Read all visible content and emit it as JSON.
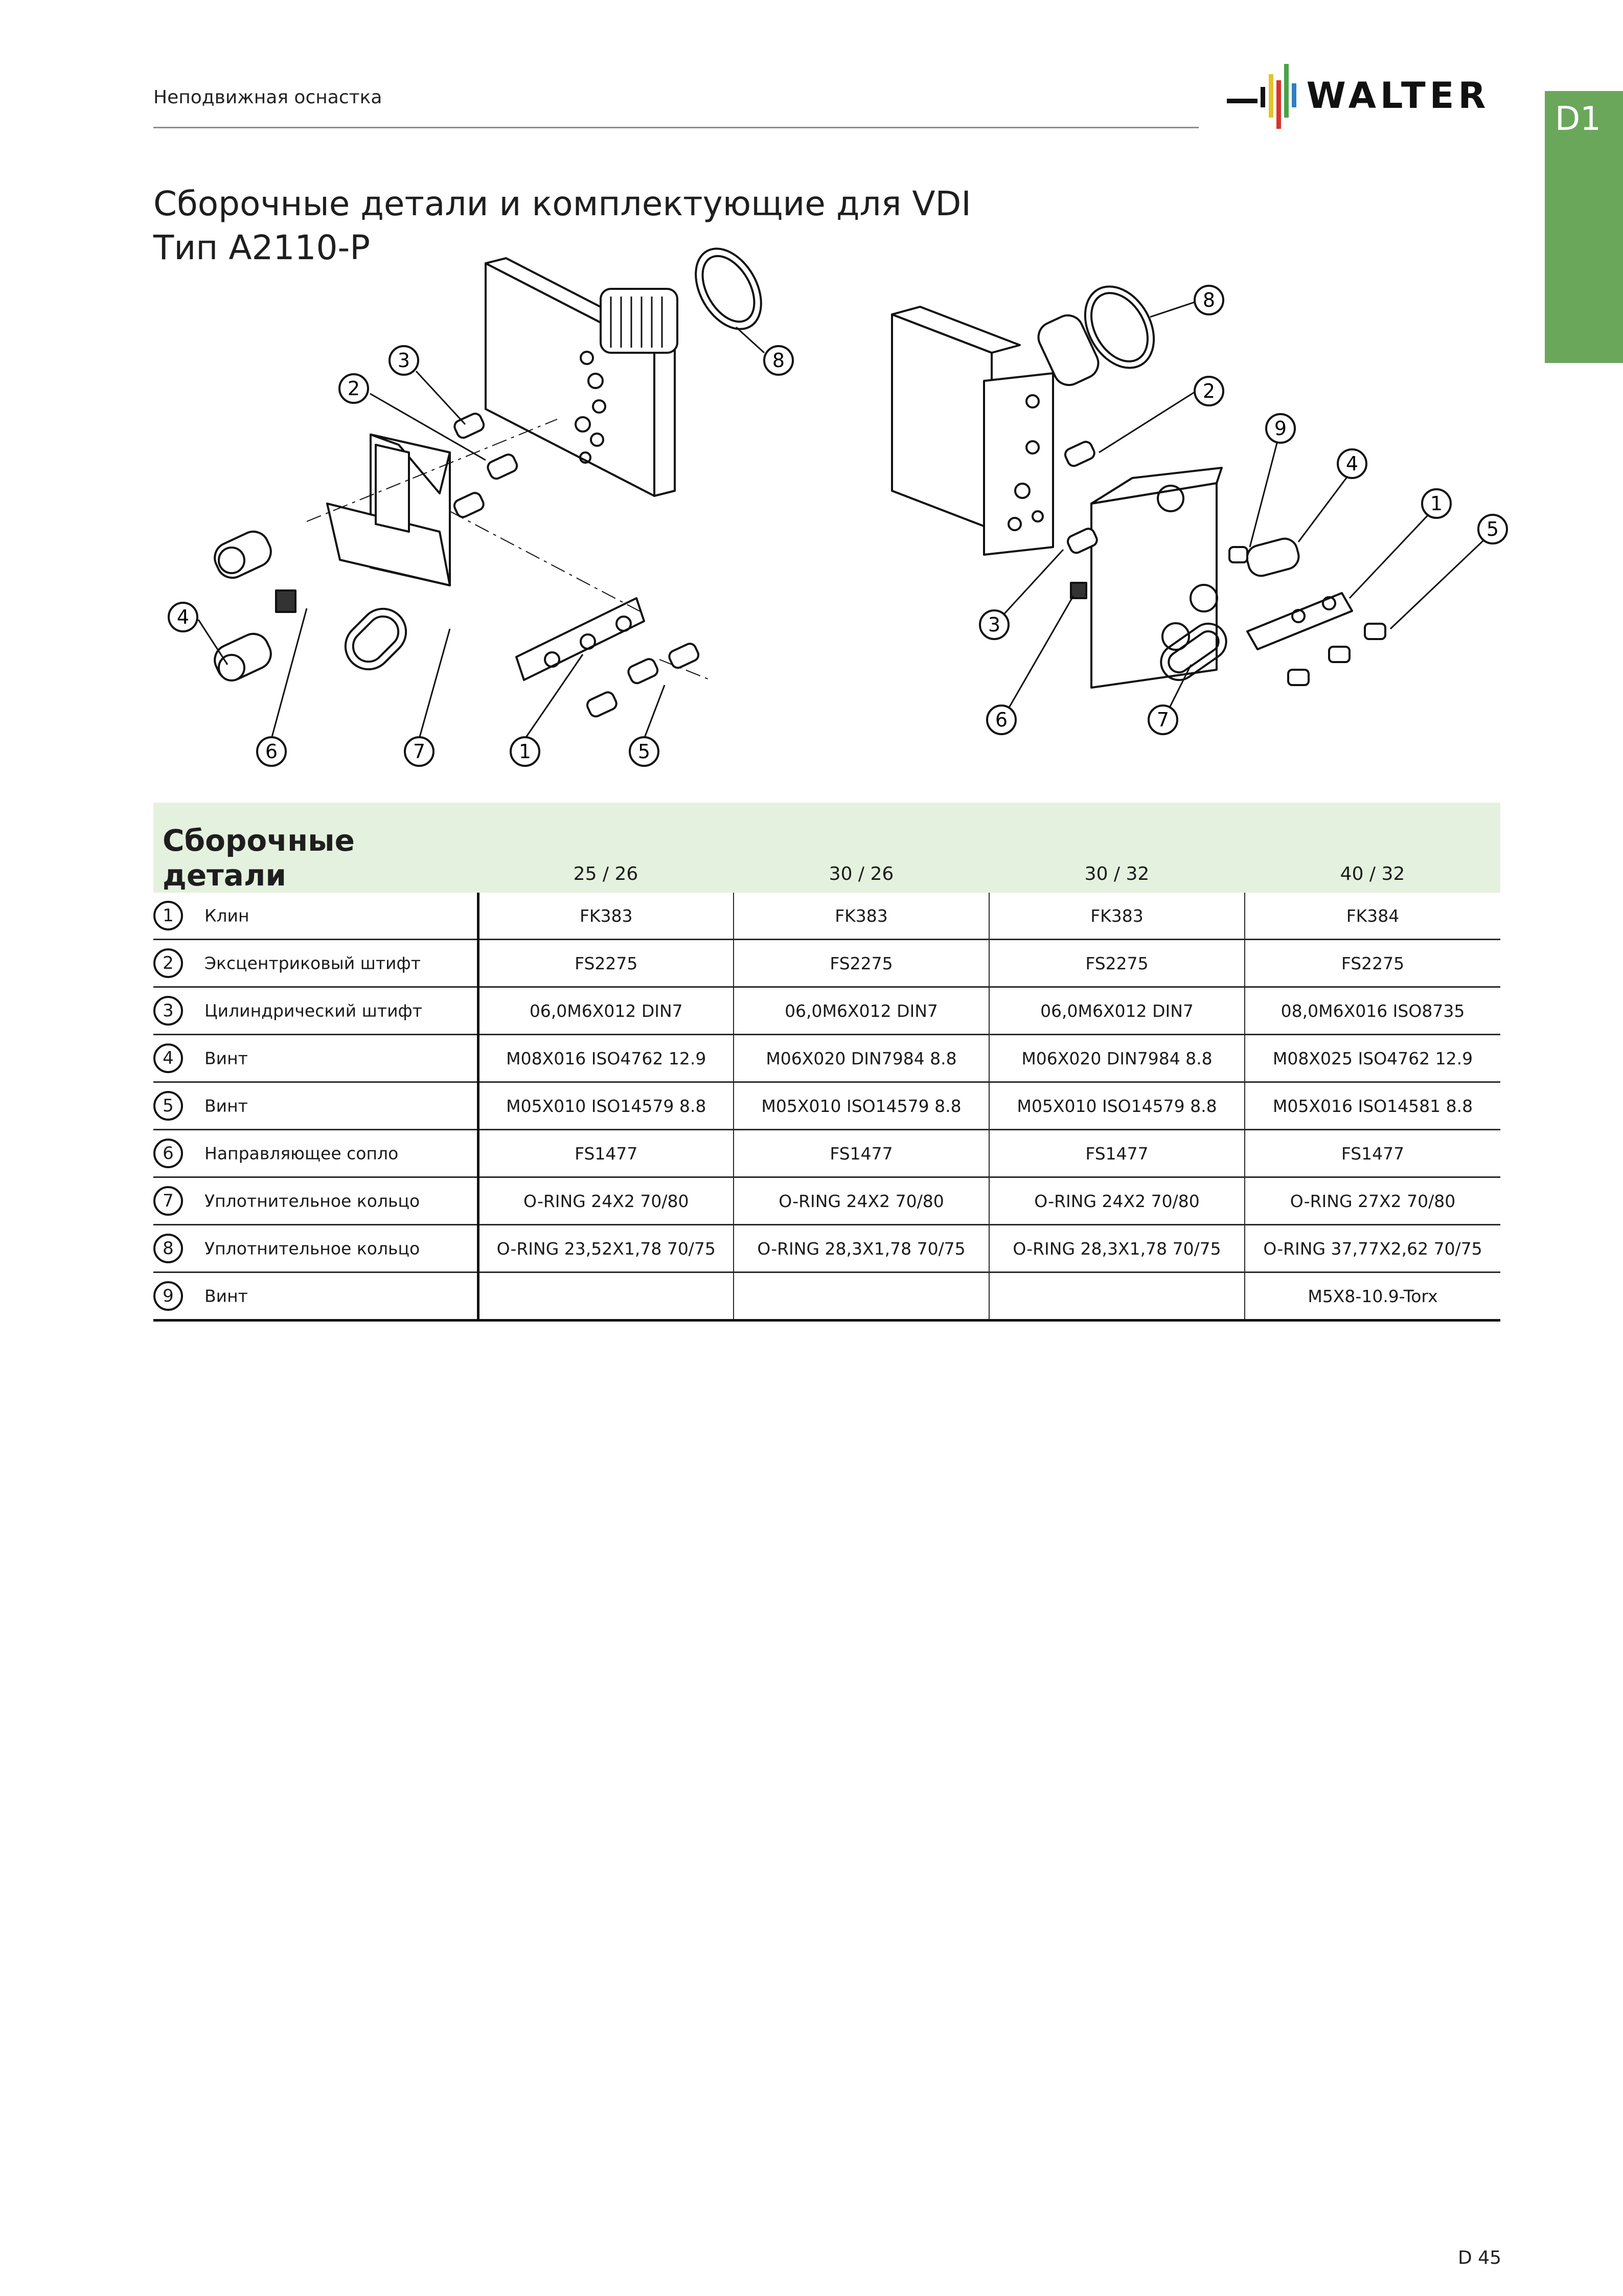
{
  "header": {
    "section": "Неподвижная оснастка",
    "logo_text": "WALTER",
    "chapter": "D1"
  },
  "title": {
    "line1": "Сборочные детали и комплектующие для VDI",
    "line2": "Тип A2110-P"
  },
  "drawing": {
    "left_callouts": [
      "3",
      "2",
      "8",
      "4",
      "6",
      "7",
      "1",
      "5"
    ],
    "right_callouts": [
      "8",
      "2",
      "9",
      "4",
      "1",
      "5",
      "3",
      "6",
      "7"
    ]
  },
  "table": {
    "heading": "Сборочные детали",
    "sizes": [
      "25 / 26",
      "30 / 26",
      "30 / 32",
      "40 / 32"
    ],
    "rows": [
      {
        "num": "1",
        "name": "Клин",
        "values": [
          "FK383",
          "FK383",
          "FK383",
          "FK384"
        ]
      },
      {
        "num": "2",
        "name": "Эксцентриковый штифт",
        "values": [
          "FS2275",
          "FS2275",
          "FS2275",
          "FS2275"
        ]
      },
      {
        "num": "3",
        "name": "Цилиндрический штифт",
        "values": [
          "06,0M6X012 DIN7",
          "06,0M6X012 DIN7",
          "06,0M6X012 DIN7",
          "08,0M6X016 ISO8735"
        ]
      },
      {
        "num": "4",
        "name": "Винт",
        "values": [
          "M08X016 ISO4762 12.9",
          "M06X020 DIN7984 8.8",
          "M06X020 DIN7984 8.8",
          "M08X025 ISO4762 12.9"
        ]
      },
      {
        "num": "5",
        "name": "Винт",
        "values": [
          "M05X010 ISO14579 8.8",
          "M05X010 ISO14579 8.8",
          "M05X010 ISO14579 8.8",
          "M05X016 ISO14581 8.8"
        ]
      },
      {
        "num": "6",
        "name": "Направляющее сопло",
        "values": [
          "FS1477",
          "FS1477",
          "FS1477",
          "FS1477"
        ]
      },
      {
        "num": "7",
        "name": "Уплотнительное кольцо",
        "values": [
          "O-RING 24X2 70/80",
          "O-RING 24X2 70/80",
          "O-RING 24X2 70/80",
          "O-RING 27X2 70/80"
        ]
      },
      {
        "num": "8",
        "name": "Уплотнительное кольцо",
        "values": [
          "O-RING 23,52X1,78 70/75",
          "O-RING 28,3X1,78 70/75",
          "O-RING 28,3X1,78 70/75",
          "O-RING 37,77X2,62 70/75"
        ]
      },
      {
        "num": "9",
        "name": "Винт",
        "values": [
          "",
          "",
          "",
          "M5X8-10.9-Torx"
        ]
      }
    ]
  },
  "footer": {
    "page": "D 45"
  },
  "colors": {
    "accent_green": "#6aa75b",
    "table_header_bg": "#e4f1de"
  }
}
